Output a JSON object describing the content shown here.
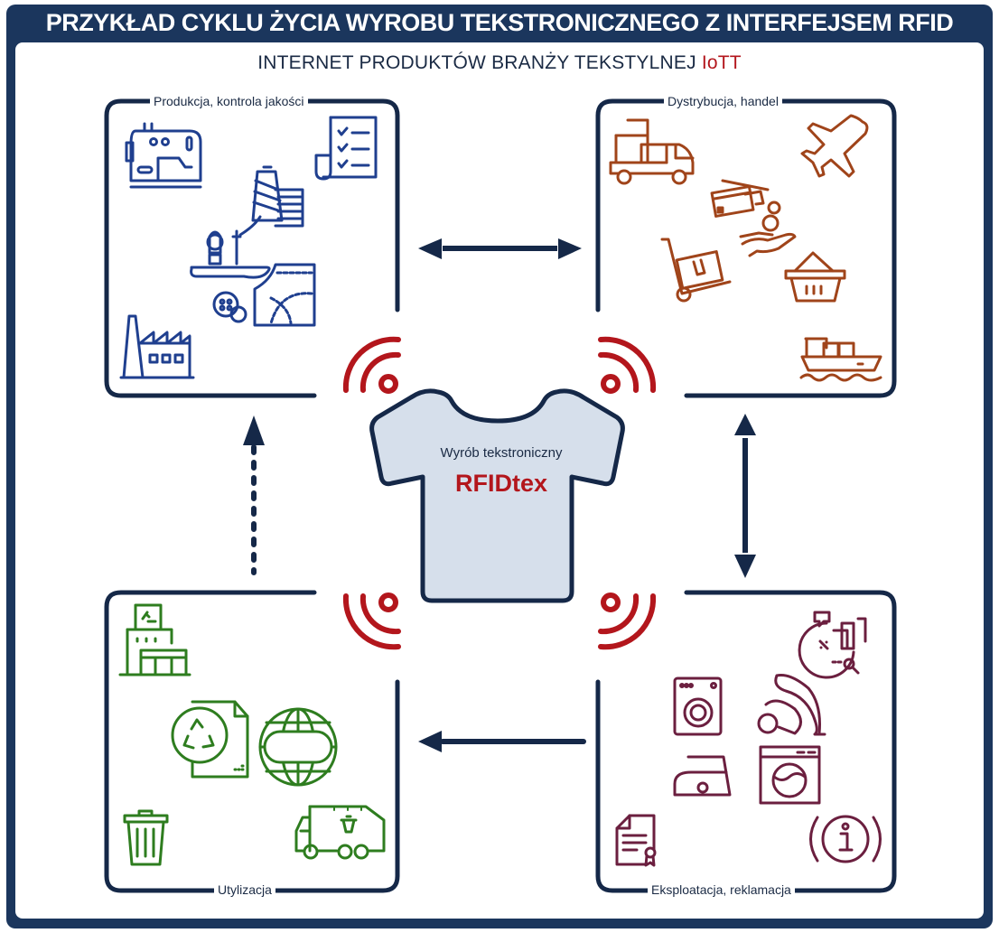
{
  "header": {
    "title": "PRZYKŁAD CYKLU ŻYCIA WYROBU TEKSTRONICZNEGO Z INTERFEJSEM RFID",
    "subtitle_main": "INTERNET PRODUKTÓW BRANŻY TEKSTYLNEJ ",
    "subtitle_accent": "IoTT"
  },
  "center": {
    "label": "Wyrób tekstroniczny",
    "brand": "RFIDtex"
  },
  "quadrants": {
    "production": {
      "label": "Produkcja, kontrola jakości",
      "icons": [
        "sewing-machine-icon",
        "checklist-icon",
        "thread-spool-icon",
        "presser-foot-icon",
        "buttons-icon",
        "pattern-icon",
        "factory-icon"
      ]
    },
    "distribution": {
      "label": "Dystrybucja, handel",
      "icons": [
        "delivery-truck-icon",
        "airplane-icon",
        "credit-cards-icon",
        "payment-hand-icon",
        "hand-truck-icon",
        "shopping-basket-icon",
        "cargo-ship-icon"
      ]
    },
    "disposal": {
      "label": "Utylizacja",
      "icons": [
        "recycling-plant-icon",
        "recycle-document-icon",
        "eco-globe-icon",
        "trash-can-icon",
        "garbage-truck-icon"
      ]
    },
    "usage": {
      "label": "Eksploatacja, reklamacja",
      "icons": [
        "analytics-icon",
        "washing-machine-icon",
        "vacuum-cleaner-icon",
        "iron-icon",
        "dryer-icon",
        "certificate-icon",
        "info-icon"
      ]
    }
  },
  "flows": [
    {
      "from": "production",
      "to": "distribution",
      "type": "bidirectional"
    },
    {
      "from": "distribution",
      "to": "usage",
      "type": "bidirectional"
    },
    {
      "from": "usage",
      "to": "disposal",
      "type": "unidirectional"
    },
    {
      "from": "disposal",
      "to": "production",
      "type": "dashed-unidirectional"
    }
  ],
  "colors": {
    "frame": "#1b365d",
    "accent": "#b3161c",
    "production": "#1f3f8f",
    "distribution": "#a0441a",
    "disposal": "#2e7d1f",
    "usage": "#6b1f3f",
    "shirt_fill": "#d6dfeb"
  }
}
